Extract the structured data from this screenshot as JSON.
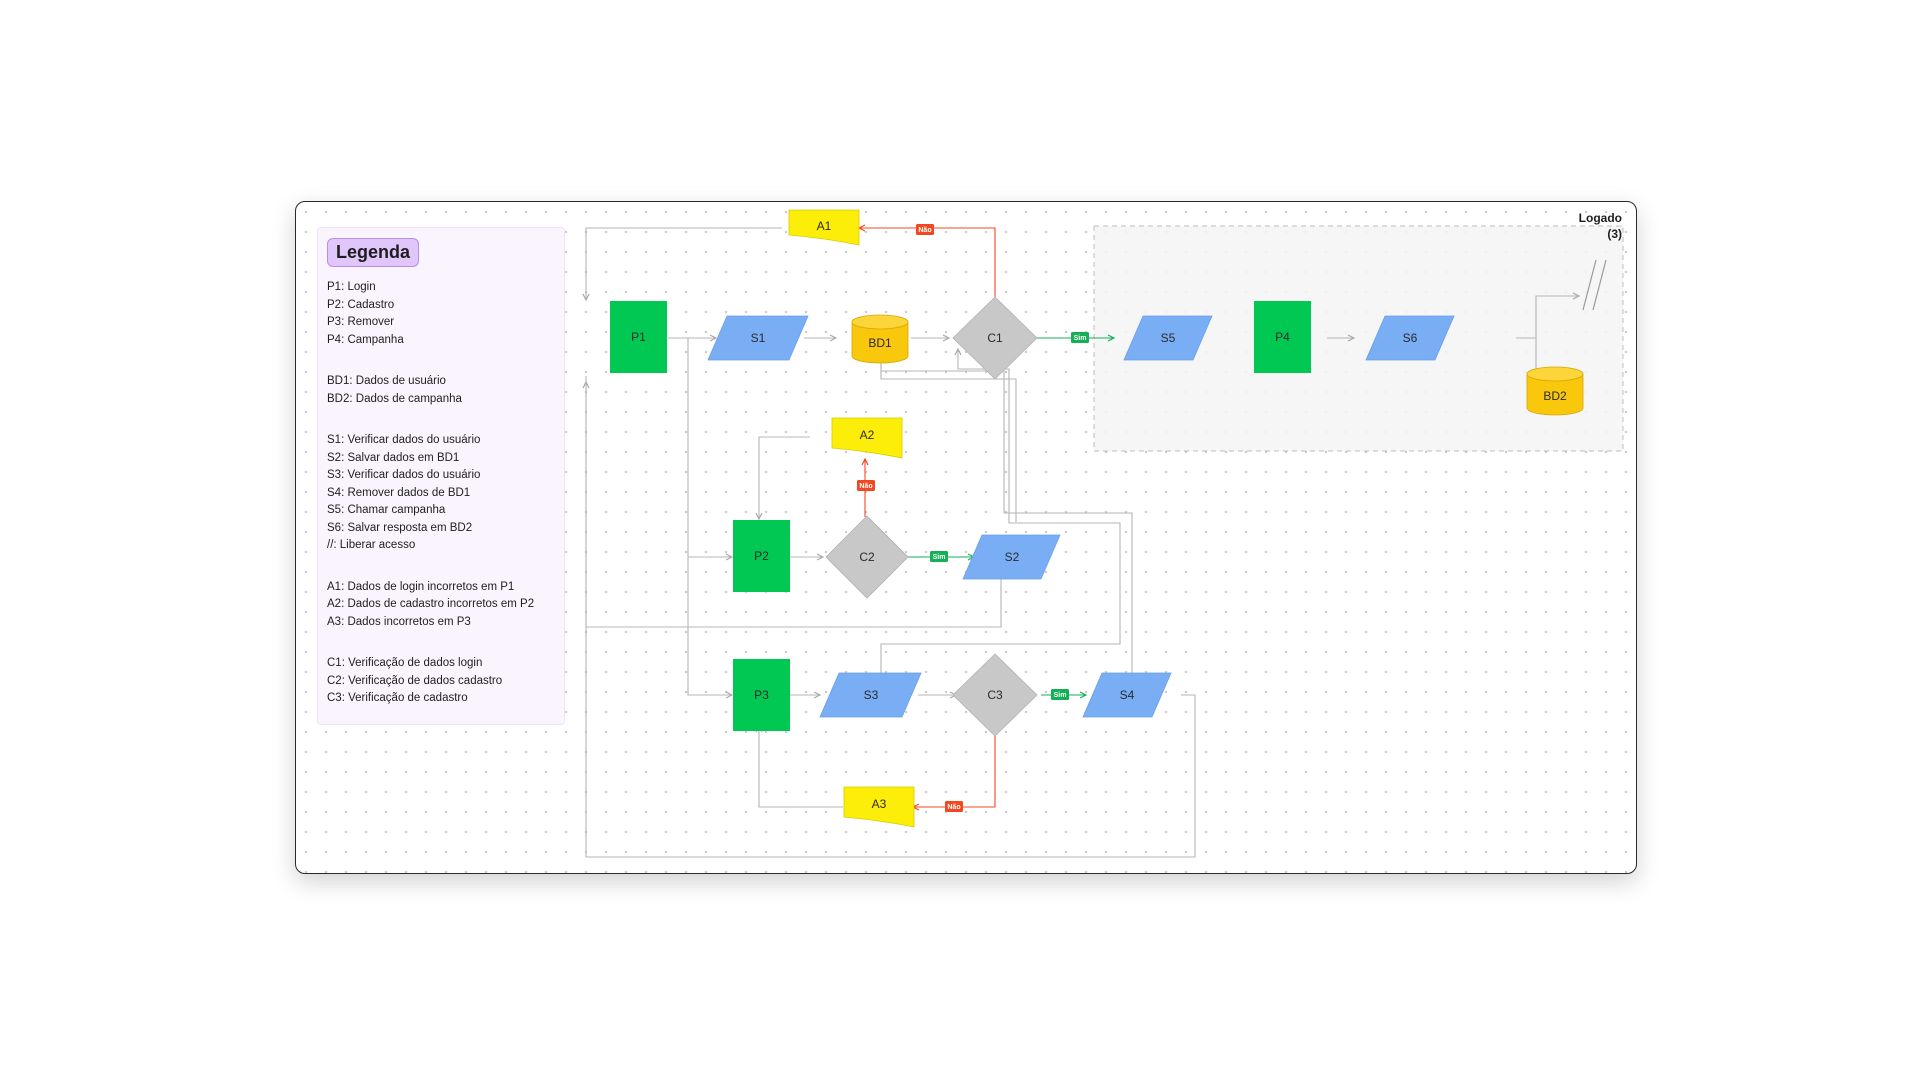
{
  "legend": {
    "title": "Legenda",
    "groups": [
      [
        "P1: Login",
        "P2: Cadastro",
        "P3: Remover",
        "P4: Campanha"
      ],
      [
        "BD1: Dados de usuário",
        "BD2: Dados de campanha"
      ],
      [
        "S1: Verificar dados do usuário",
        "S2: Salvar dados em BD1",
        "S3: Verificar dados do usuário",
        "S4: Remover dados de BD1",
        "S5: Chamar campanha",
        "S6: Salvar resposta em BD2",
        "//: Liberar acesso"
      ],
      [
        "A1: Dados de login incorretos em P1",
        "A2: Dados de cadastro incorretos em P2",
        "A3: Dados incorretos em P3"
      ],
      [
        "C1: Verificação de dados login",
        "C2: Verificação de dados cadastro",
        "C3: Verificação de cadastro"
      ]
    ]
  },
  "frame": {
    "title": "Logado",
    "count": "(3)"
  },
  "nodes": {
    "P1": "P1",
    "P2": "P2",
    "P3": "P3",
    "P4": "P4",
    "S1": "S1",
    "S2": "S2",
    "S3": "S3",
    "S4": "S4",
    "S5": "S5",
    "S6": "S6",
    "BD1": "BD1",
    "BD2": "BD2",
    "C1": "C1",
    "C2": "C2",
    "C3": "C3",
    "A1": "A1",
    "A2": "A2",
    "A3": "A3",
    "access": "//"
  },
  "badges": {
    "sim": "Sim",
    "nao": "Não"
  },
  "colors": {
    "process": "#00c853",
    "subprocess": "#79aef5",
    "database": "#f9c70b",
    "decision": "#c8c8c8",
    "alert": "#fcee09",
    "yes": "#14b055",
    "no": "#f24822",
    "connector": "#b5b5b5",
    "legend_bg": "#f9f4fd",
    "legend_title_bg": "#e0c6fa"
  }
}
